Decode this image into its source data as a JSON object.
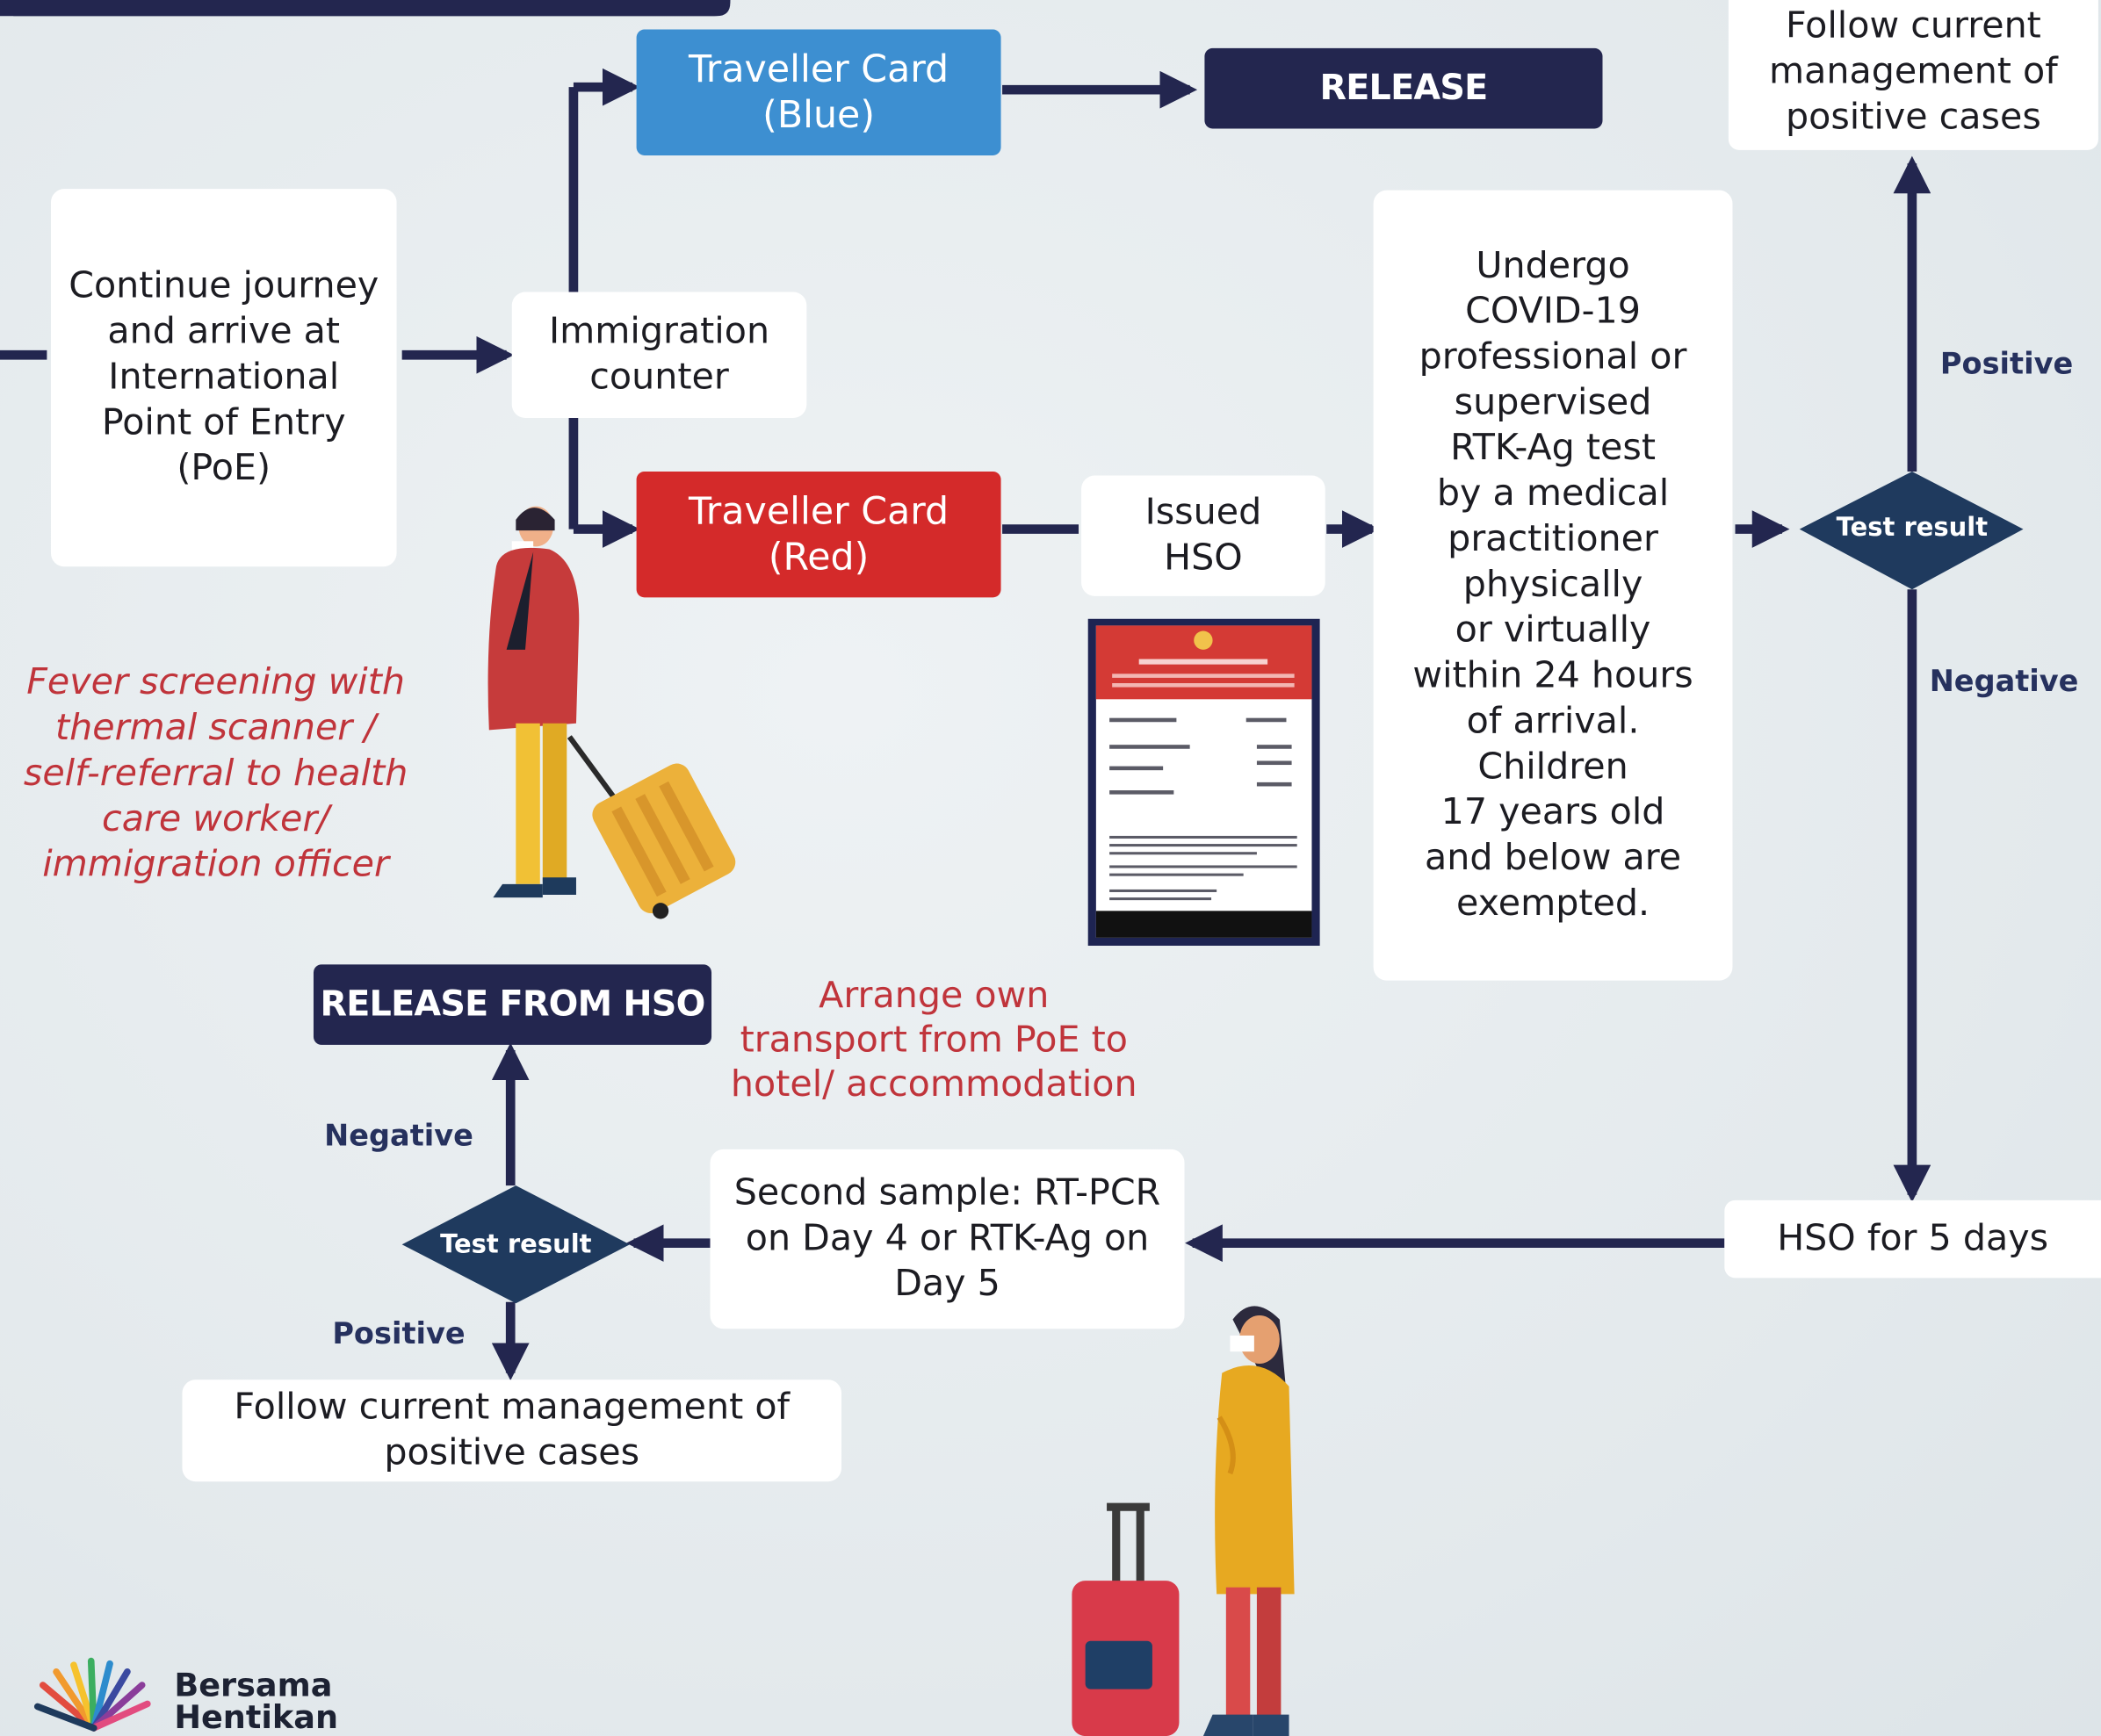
{
  "header_top": "",
  "nodes": {
    "continue_journey": "Continue journey\nand arrive at\nInternational\nPoint of Entry\n(PoE)",
    "immigration_counter": "Immigration\ncounter",
    "traveller_card_blue": "Traveller Card\n(Blue)",
    "traveller_card_red": "Traveller Card\n(Red)",
    "release": "RELEASE",
    "issued_hso": "Issued\nHSO",
    "undergo_test": "Undergo\nCOVID-19\nprofessional or\nsupervised\nRTK-Ag test\nby a medical\npractitioner\nphysically\nor virtually\nwithin 24 hours\nof arrival.\nChildren\n17 years old\nand below are\nexempted.",
    "follow_current_top": "Follow current\nmanagement of\npositive cases",
    "test_result_right": "Test result",
    "hso_five_days": "HSO for 5 days",
    "second_sample": "Second sample: RT-PCR\non Day 4 or RTK-Ag on\nDay 5",
    "test_result_left": "Test result",
    "release_from_hso": "RELEASE FROM HSO",
    "follow_current_bottom": "Follow current management of\npositive cases"
  },
  "edge_labels": {
    "positive_right": "Positive",
    "negative_right": "Negative",
    "negative_left": "Negative",
    "positive_left": "Positive"
  },
  "notes": {
    "fever_screening": "Fever screening with\nthermal scanner /\nself-referral to health\ncare worker/\nimmigration officer",
    "arrange_transport": "Arrange own\ntransport from PoE to\nhotel/ accommodation"
  },
  "logo": {
    "text": "Bersama\nHentikan"
  },
  "colors": {
    "navy": "#23264f",
    "blue_card": "#3d8fd1",
    "red_card": "#d42a2a",
    "red_text": "#c0343b",
    "background": "#e6ecef"
  }
}
